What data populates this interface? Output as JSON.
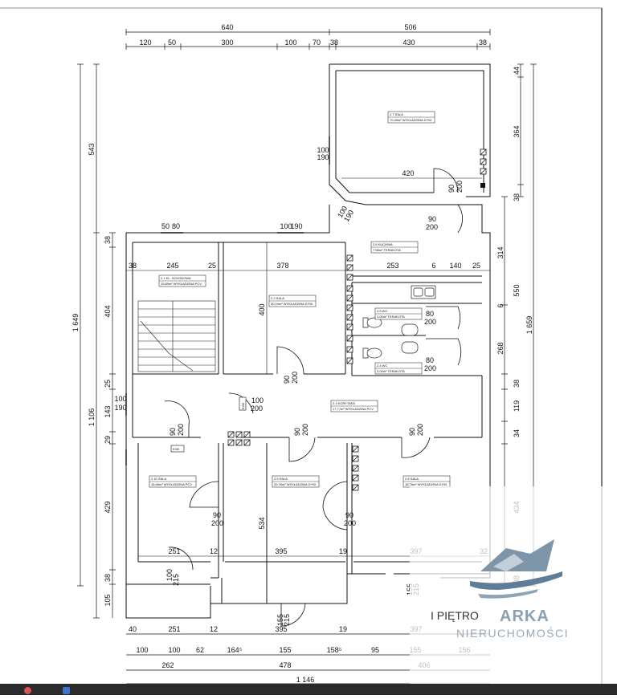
{
  "dimensions": {
    "top_row1": [
      "640",
      "506"
    ],
    "top_row2": [
      "120",
      "50",
      "300",
      "100",
      "70",
      "38",
      "430",
      "38"
    ],
    "bottom_row1": [
      "40",
      "251",
      "12",
      "395",
      "19",
      "397"
    ],
    "bottom_row2": [
      "100",
      "100",
      "62",
      "164⁵",
      "155",
      "158⁵",
      "95",
      "155",
      "156"
    ],
    "bottom_row3": [
      "262",
      "478",
      "406"
    ],
    "bottom_total": "1 146",
    "left_outer": "1 649",
    "left_upper": "543",
    "left_lower": "1 106",
    "left_segments": [
      "38",
      "404",
      "25",
      "143",
      "29",
      "429",
      "38",
      "105"
    ],
    "right_outer": "1 659",
    "right_segments": [
      "44",
      "364",
      "38"
    ],
    "right_inner_segments": [
      "314",
      "550",
      "6",
      "268",
      "38",
      "119",
      "34",
      "434",
      "38"
    ],
    "inner": {
      "r_245": "245",
      "r_25a": "25",
      "r_38": "38",
      "r_378": "378",
      "r_253": "253",
      "r_6": "6",
      "r_140": "140",
      "r_25b": "25",
      "r_420": "420",
      "v_400": "400",
      "v_534": "534",
      "lower_251": "251",
      "lower_12": "12",
      "lower_395": "395",
      "lower_19": "19",
      "lower_397": "397",
      "lower_32": "32"
    },
    "openings": {
      "w100_190": [
        "100",
        "190"
      ],
      "w50_80": [
        "50",
        "80"
      ],
      "w100_190_b": [
        "100",
        "190"
      ],
      "w100_190_left": [
        "100",
        "190"
      ],
      "w100_190_left2": [
        "100",
        "190"
      ],
      "d90_200": [
        "90",
        "200"
      ],
      "d80_200": [
        "80",
        "200"
      ],
      "d100_200": [
        "100",
        "200"
      ],
      "d100_215": [
        "100",
        "215"
      ],
      "d155_215": [
        "155",
        "215"
      ]
    }
  },
  "rooms": [
    {
      "id": "2.7",
      "name": "SALA",
      "area": "70,40m²",
      "floor": "WYKŁADZINA DYW."
    },
    {
      "id": "2.1",
      "name": "KL. SCHODOWA",
      "area": "15,80m²",
      "floor": "WYKŁADZINA PCV"
    },
    {
      "id": "2.2",
      "name": "SALA",
      "area": "30,04m²",
      "floor": "WYKŁADZINA DYW."
    },
    {
      "id": "2.6",
      "name": "KUCHNIA",
      "area": "7,58m²",
      "floor": "TERAKOTA"
    },
    {
      "id": "2.5",
      "name": "WC",
      "area": "3,00m²",
      "floor": "TERAKOTA"
    },
    {
      "id": "2.4",
      "name": "WC",
      "area": "3,00m²",
      "floor": "TERAKOTA"
    },
    {
      "id": "2.3",
      "name": "KORYTARZ",
      "area": "17,77m²",
      "floor": "WYKŁADZINA PCV"
    },
    {
      "id": "2.10",
      "name": "SALA",
      "area": "16,68m²",
      "floor": "WYKŁADZINA PCV"
    },
    {
      "id": "2.9",
      "name": "SALA",
      "area": "20,76m²",
      "floor": "WYKŁADZINA DYW."
    },
    {
      "id": "2.8",
      "name": "SALA",
      "area": "18,78m²",
      "floor": "WYKŁADZINA DYW."
    }
  ],
  "tags": [
    "EI30",
    "EI30"
  ],
  "logo": {
    "floor": "I PIĘTRO",
    "brand": "ARKA",
    "tagline": "NIERUCHOMOŚCI"
  },
  "colors": {
    "line": "#111111",
    "logo_boat": "#7d95a8",
    "logo_water": "#5f7d96"
  }
}
